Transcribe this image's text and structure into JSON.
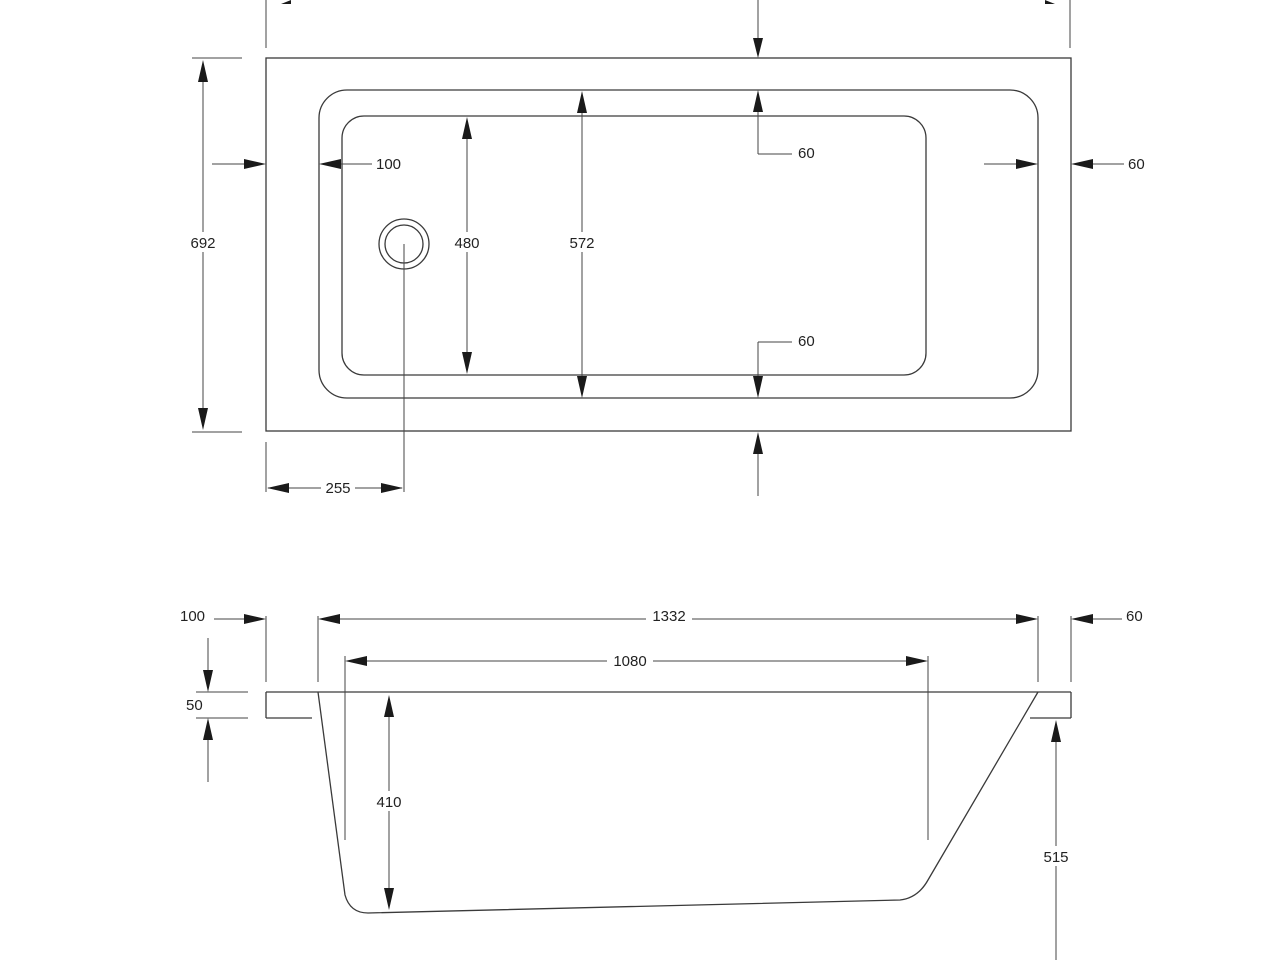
{
  "colors": {
    "line": "#3a3a3a",
    "arrow": "#1a1a1a",
    "text": "#222222",
    "background": "#ffffff"
  },
  "plan_view": {
    "dim_overall_width": "692",
    "dim_end_wall": "100",
    "dim_inner_width": "480",
    "dim_bath_width": "572",
    "dim_top_rim": "60",
    "dim_bottom_rim": "60",
    "dim_side_rim": "60",
    "dim_waste_offset": "255"
  },
  "side_view": {
    "dim_left_rim": "100",
    "dim_bath_length": "1332",
    "dim_right_rim": "60",
    "dim_inner_length": "1080",
    "dim_rim_thickness": "50",
    "dim_depth": "410",
    "dim_height": "515"
  }
}
